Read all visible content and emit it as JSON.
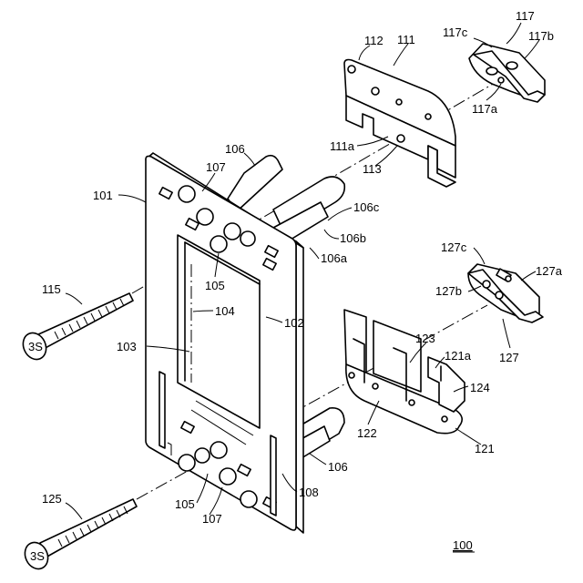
{
  "labels": {
    "l100": "100",
    "l101": "101",
    "l102": "102",
    "l103": "103",
    "l104": "104",
    "l105a": "105",
    "l105b": "105",
    "l106a": "106",
    "l106b": "106",
    "l106a_sub": "106a",
    "l106b_sub": "106b",
    "l106c_sub": "106c",
    "l107a": "107",
    "l107b": "107",
    "l108": "108",
    "l111": "111",
    "l111a": "111a",
    "l112": "112",
    "l113": "113",
    "l115": "115",
    "l117": "117",
    "l117a": "117a",
    "l117b": "117b",
    "l117c": "117c",
    "l121": "121",
    "l121a": "121a",
    "l122": "122",
    "l123": "123",
    "l124": "124",
    "l125": "125",
    "l127": "127",
    "l127a": "127a",
    "l127b": "127b",
    "l127c": "127c"
  },
  "screw_marking": "3S"
}
